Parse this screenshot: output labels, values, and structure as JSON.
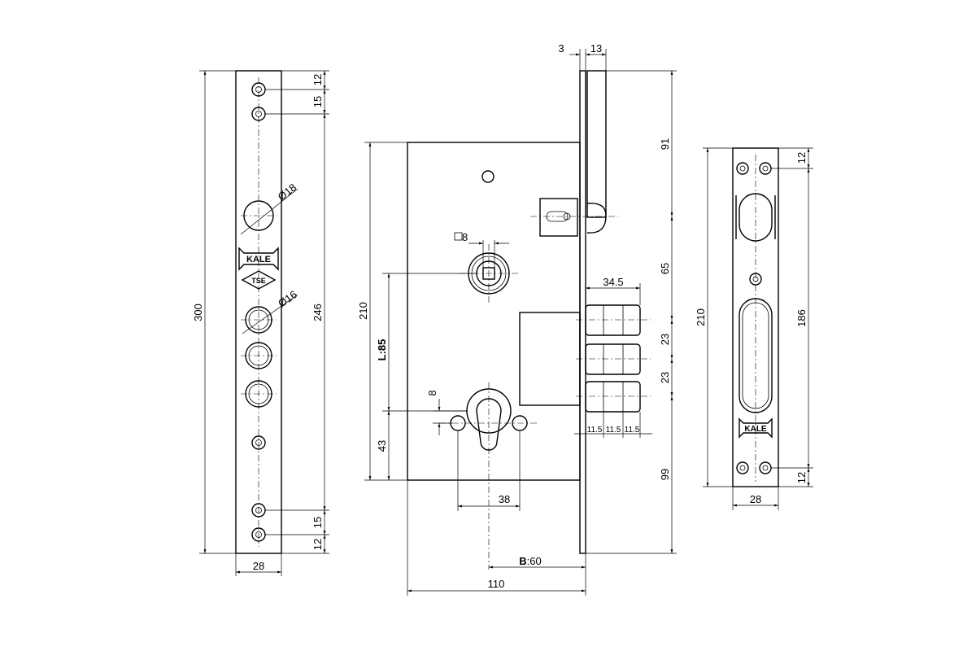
{
  "brand": {
    "logo_text": "KALE",
    "mark_text": "TSE"
  },
  "dimensions": {
    "face_plate": {
      "total_length": "300",
      "hole_spacing": "246",
      "width": "28",
      "top_edge": "12",
      "top_pitch": "15",
      "bottom_pitch": "15",
      "bottom_edge": "12",
      "hole_upper": "Ø18",
      "hole_lower": "Ø16"
    },
    "lock_body": {
      "face_offset": "3",
      "face_thickness": "13",
      "height": "210",
      "top_to_latch": "91",
      "latch_to_bolt": "65",
      "bolt_pitch_1": "23",
      "bolt_pitch_2": "23",
      "bottom": "99",
      "spindle": "8",
      "centre_distance": "L:85",
      "cylinder_bottom": "43",
      "cylinder_offset": "8",
      "screw_spacing": "38",
      "backset": "B:60",
      "backset_label": "B",
      "backset_value": ":60",
      "depth": "110",
      "bolt_throw": "34.5",
      "bolt_spacing_1": "11.5",
      "bolt_spacing_2": "11.5",
      "bolt_spacing_3": "11.5"
    },
    "strike_plate": {
      "height": "210",
      "hole_spacing": "186",
      "width": "28",
      "top_edge": "12",
      "bottom_edge": "12"
    }
  }
}
